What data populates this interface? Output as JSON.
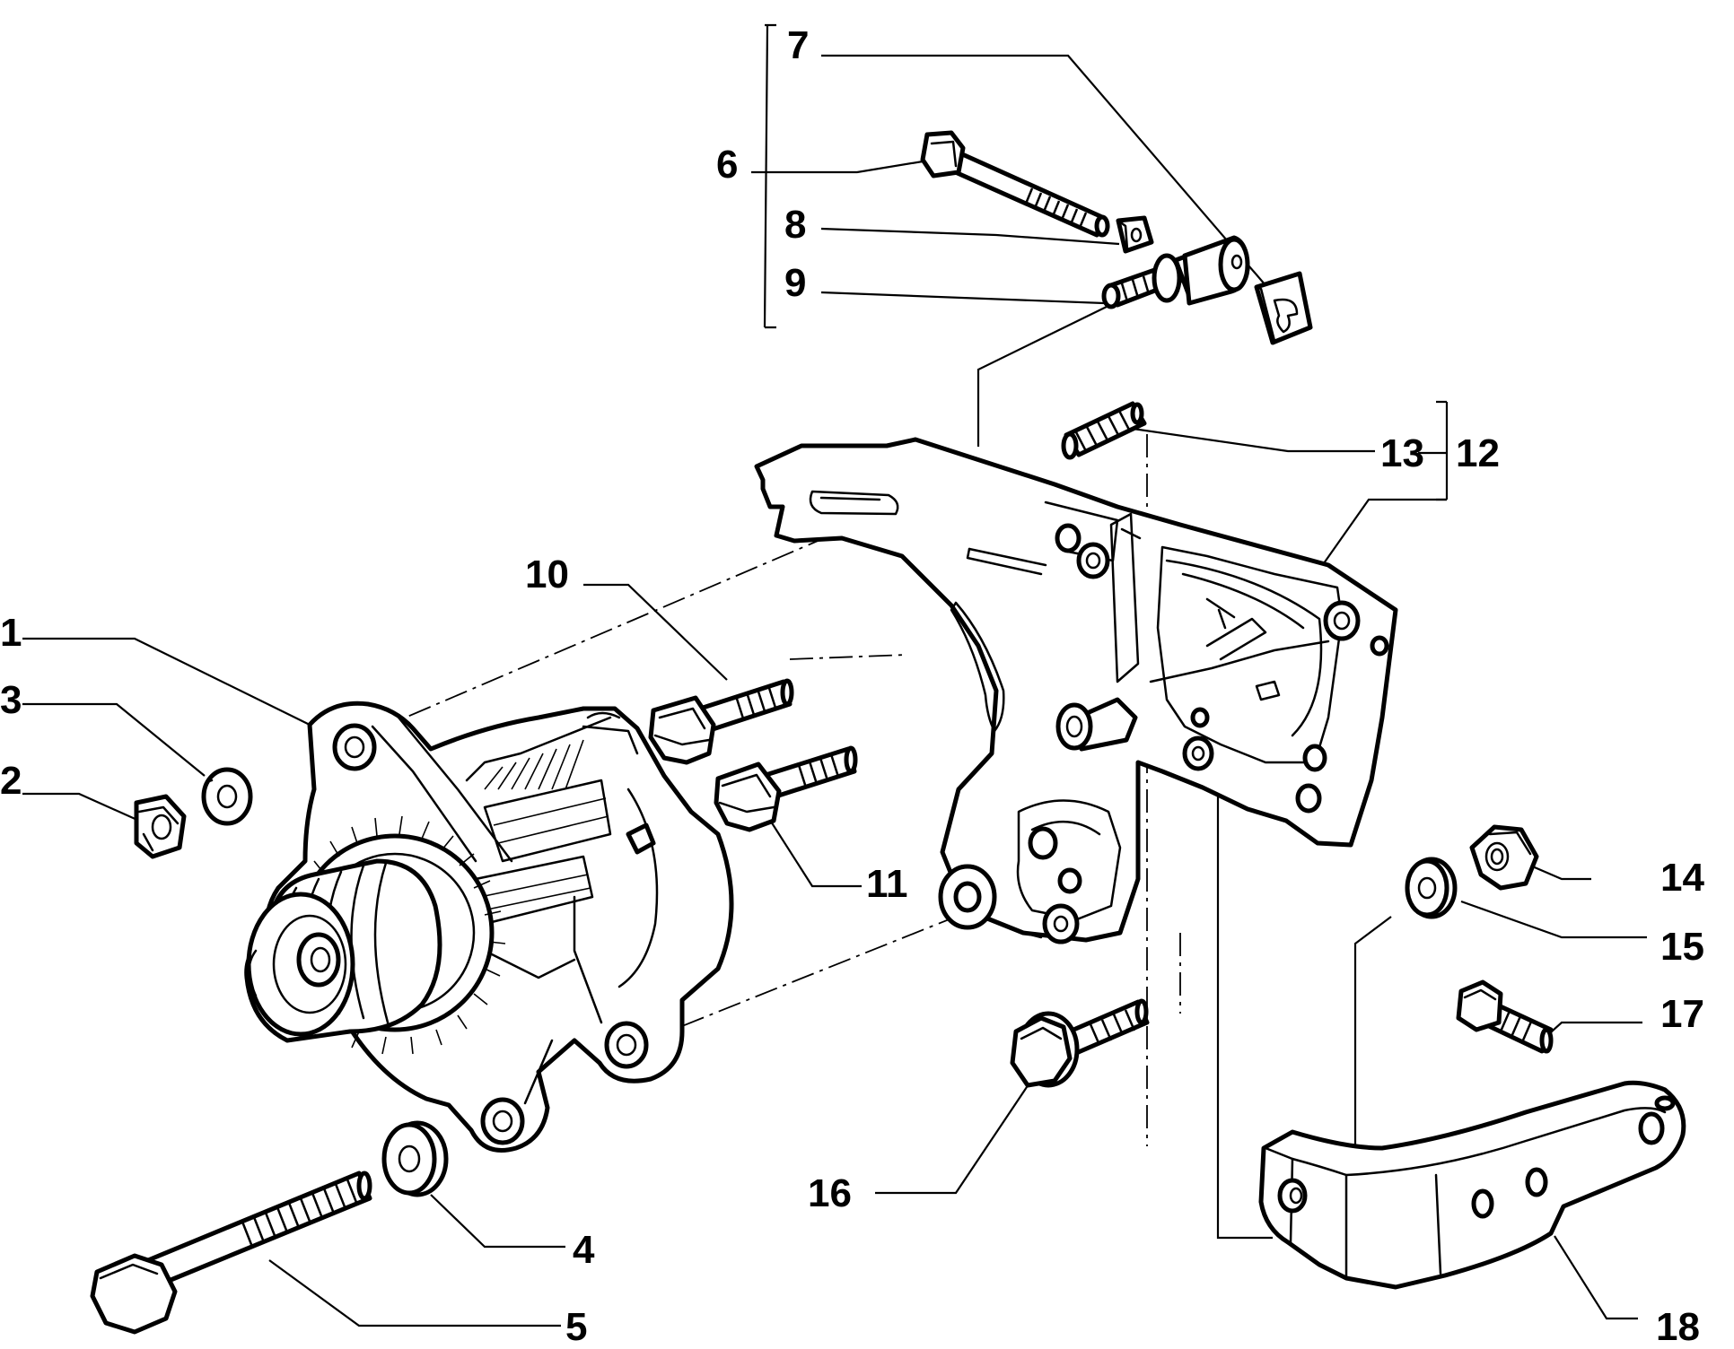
{
  "labels": {
    "c1": "1",
    "c2": "2",
    "c3": "3",
    "c4": "4",
    "c5": "5",
    "c6": "6",
    "c7": "7",
    "c8": "8",
    "c9": "9",
    "c10": "10",
    "c11": "11",
    "c12": "12",
    "c13": "13",
    "c14": "14",
    "c15": "15",
    "c16": "16",
    "c17": "17",
    "c18": "18"
  }
}
